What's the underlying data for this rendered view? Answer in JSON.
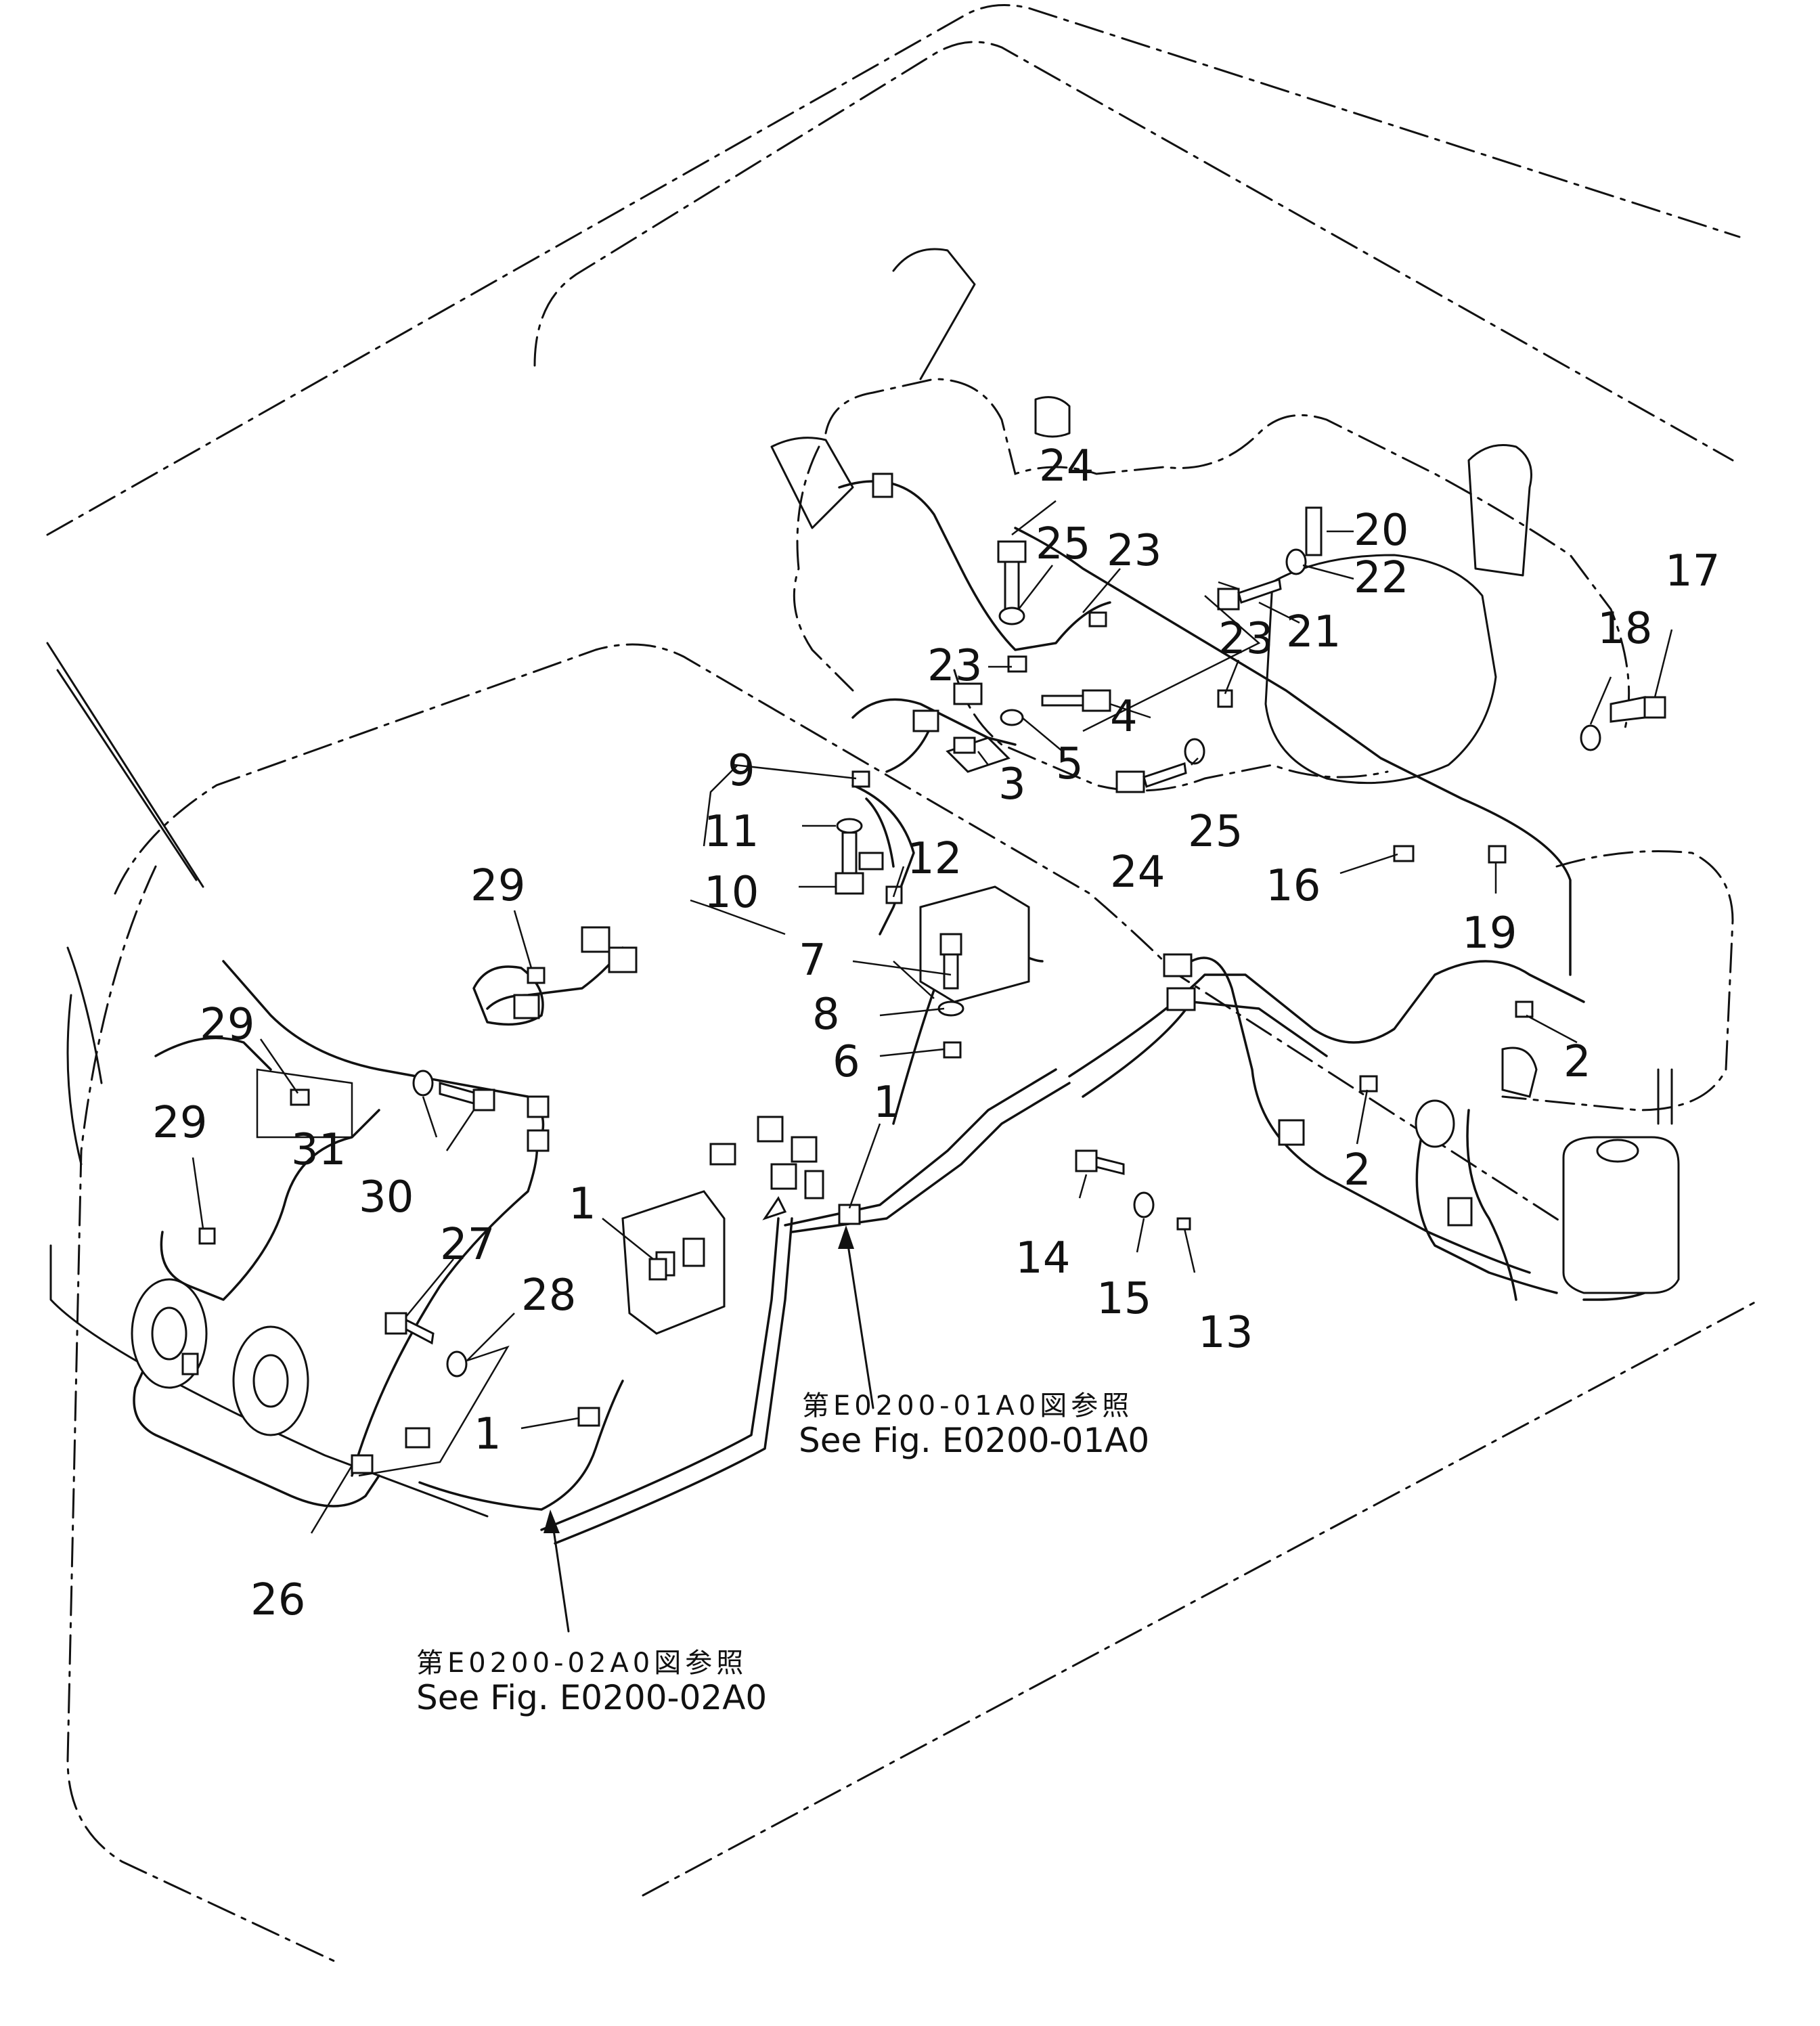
{
  "callouts": {
    "c1a": "1",
    "c1b": "1",
    "c1c": "1",
    "c2a": "2",
    "c2b": "2",
    "c3": "3",
    "c4": "4",
    "c5": "5",
    "c6": "6",
    "c7": "7",
    "c8": "8",
    "c9": "9",
    "c10": "10",
    "c11": "11",
    "c12": "12",
    "c13": "13",
    "c14": "14",
    "c15": "15",
    "c16": "16",
    "c17": "17",
    "c18": "18",
    "c19": "19",
    "c20": "20",
    "c21": "21",
    "c22": "22",
    "c23a": "23",
    "c23b": "23",
    "c23c": "23",
    "c24a": "24",
    "c24b": "24",
    "c25a": "25",
    "c25b": "25",
    "c26": "26",
    "c27": "27",
    "c28": "28",
    "c29a": "29",
    "c29b": "29",
    "c29c": "29",
    "c30": "30",
    "c31": "31"
  },
  "references": {
    "ref1_jp": "第E0200-01A0図参照",
    "ref1_en": "See Fig. E0200-01A0",
    "ref2_jp": "第E0200-02A0図参照",
    "ref2_en": "See Fig. E0200-02A0"
  }
}
